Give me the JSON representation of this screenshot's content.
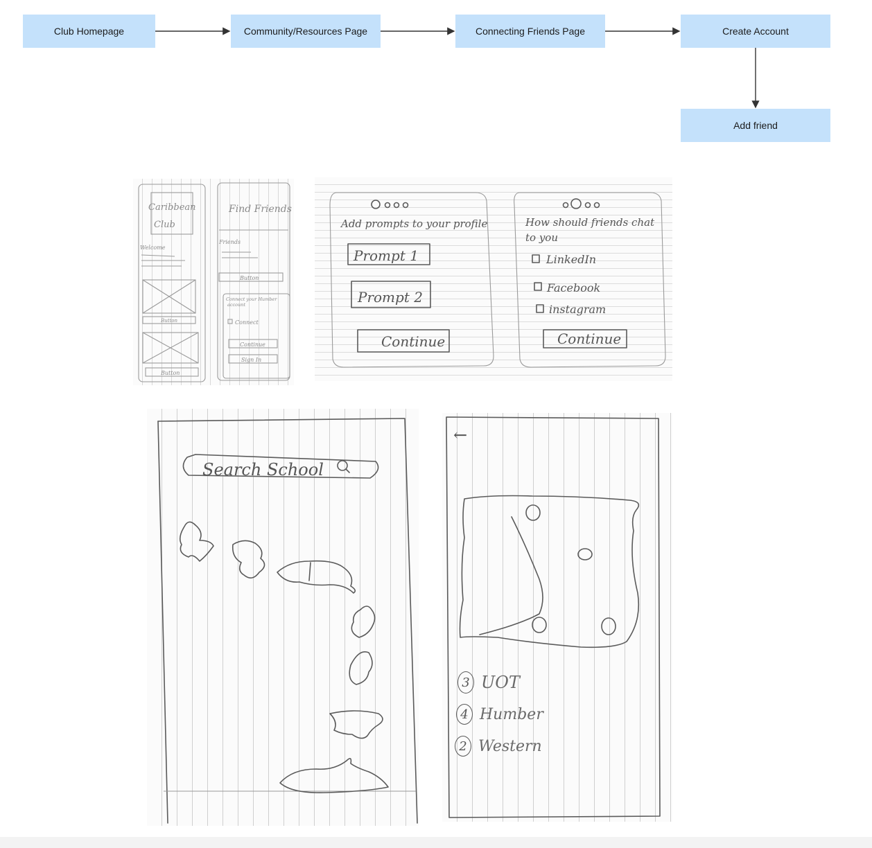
{
  "flow": {
    "nodes": [
      {
        "id": "club-homepage",
        "label": "Club Homepage"
      },
      {
        "id": "community-resources",
        "label": "Community/Resources Page"
      },
      {
        "id": "connecting-friends",
        "label": "Connecting Friends Page"
      },
      {
        "id": "create-account",
        "label": "Create Account"
      },
      {
        "id": "add-friend",
        "label": "Add friend"
      }
    ],
    "edges": [
      {
        "from": "club-homepage",
        "to": "community-resources"
      },
      {
        "from": "community-resources",
        "to": "connecting-friends"
      },
      {
        "from": "connecting-friends",
        "to": "create-account"
      },
      {
        "from": "create-account",
        "to": "add-friend"
      }
    ],
    "node_color": "#c4e1fb",
    "arrow_color": "#333333"
  },
  "sketch_small": {
    "left_title_line1": "Caribbean",
    "left_title_line2": "Club",
    "left_welcome": "Welcome",
    "left_button_1": "Button",
    "left_button_2": "Button",
    "right_title": "Find Friends",
    "right_friends": "Friends",
    "right_button": "Button",
    "right_connect_line1": "Connect your Humber",
    "right_connect_line2": "account",
    "right_connect_checkbox": "Connect",
    "right_continue": "Continue",
    "right_signin": "Sign In"
  },
  "sketch_prompts": {
    "left_heading": "Add prompts to your profile",
    "prompt_1": "Prompt 1",
    "prompt_2": "Prompt 2",
    "left_continue": "Continue",
    "right_heading_line1": "How should friends chat",
    "right_heading_line2": "to you",
    "option_1": "LinkedIn",
    "option_2": "Facebook",
    "option_3": "instagram",
    "right_continue": "Continue"
  },
  "sketch_map": {
    "search_placeholder": "Search School"
  },
  "sketch_results": {
    "back_arrow": "←",
    "results": [
      {
        "count": "3",
        "name": "UOT"
      },
      {
        "count": "4",
        "name": "Humber"
      },
      {
        "count": "2",
        "name": "Western"
      }
    ]
  }
}
